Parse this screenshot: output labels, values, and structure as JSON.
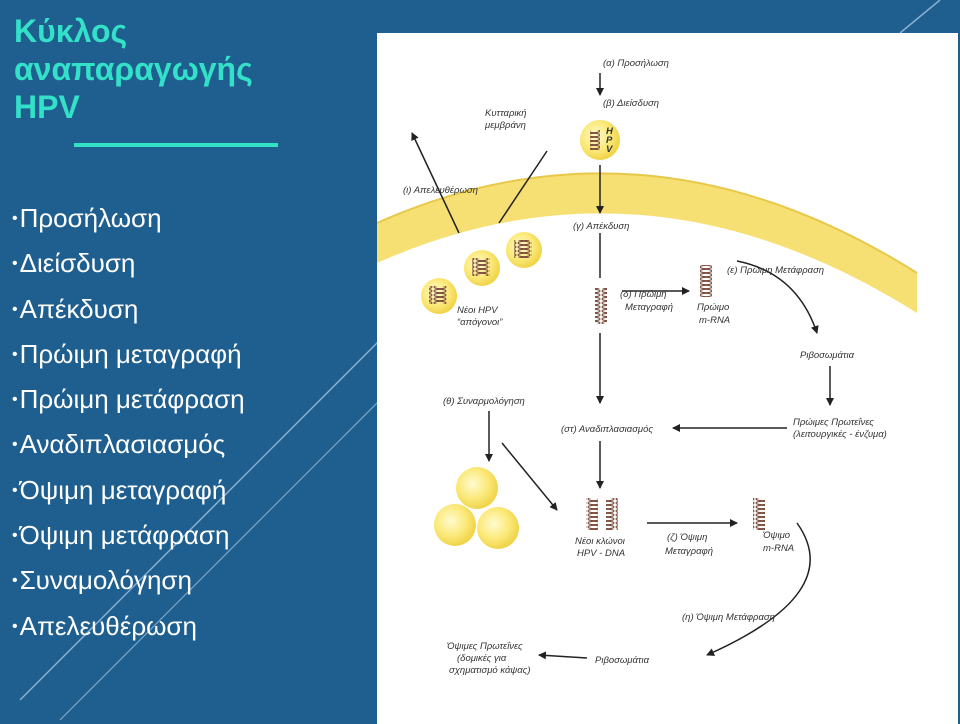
{
  "slide": {
    "title_lines": [
      "Κύκλος",
      "αναπαραγωγής",
      "HPV"
    ],
    "steps": [
      "Προσήλωση",
      "Διείσδυση",
      "Απέκδυση",
      "Πρώιμη μεταγραφή",
      "Πρώιμη μετάφραση",
      "Αναδιπλασιασμός",
      "Όψιμη μεταγραφή",
      "Όψιμη μετάφραση",
      "Συναμολόγηση",
      "Απελευθέρωση"
    ],
    "colors": {
      "background": "#1f5f8f",
      "title": "#33e0c8",
      "text": "#ffffff"
    }
  },
  "figure": {
    "labels": {
      "attachment": "(α) Προσήλωση",
      "penetration": "(β) Διείσδυση",
      "membrane_1": "Κυτταρική",
      "membrane_2": "μεμβράνη",
      "virus_letters": [
        "H",
        "P",
        "V"
      ],
      "release": "(ι) Απελευθέρωση",
      "uncoating": "(γ) Απέκδυση",
      "early_transcription_1": "(δ) Πρώιμη",
      "early_transcription_2": "Μεταγραφή",
      "early_translation": "(ε) Πρώιμη Μετάφραση",
      "early_mrna_1": "Πρώιμο",
      "early_mrna_2": "m-RNA",
      "new_hpv_1": "Νέοι HPV",
      "new_hpv_2": "“απόγονοι”",
      "ribosomes_1": "Ριβοσωμάτια",
      "assembly": "(θ) Συναρμολόγηση",
      "replication": "(στ) Αναδιπλασιασμός",
      "early_proteins_1": "Πρώιμες Πρωτεΐνες",
      "early_proteins_2": "(λειτουργικές - ένζυμα)",
      "new_clones_1": "Νέοι κλώνοι",
      "new_clones_2": "HPV - DNA",
      "late_transcription_1": "(ζ) Όψιμη",
      "late_transcription_2": "Μεταγραφή",
      "late_mrna_1": "Όψιμο",
      "late_mrna_2": "m-RNA",
      "late_translation": "(η) Όψιμη Μετάφραση",
      "late_proteins_1": "Όψιμες Πρωτεΐνες",
      "late_proteins_2": "(δομικές για",
      "late_proteins_3": "σχηματισμό κάψας)",
      "ribosomes_2": "Ριβοσωμάτια"
    }
  }
}
